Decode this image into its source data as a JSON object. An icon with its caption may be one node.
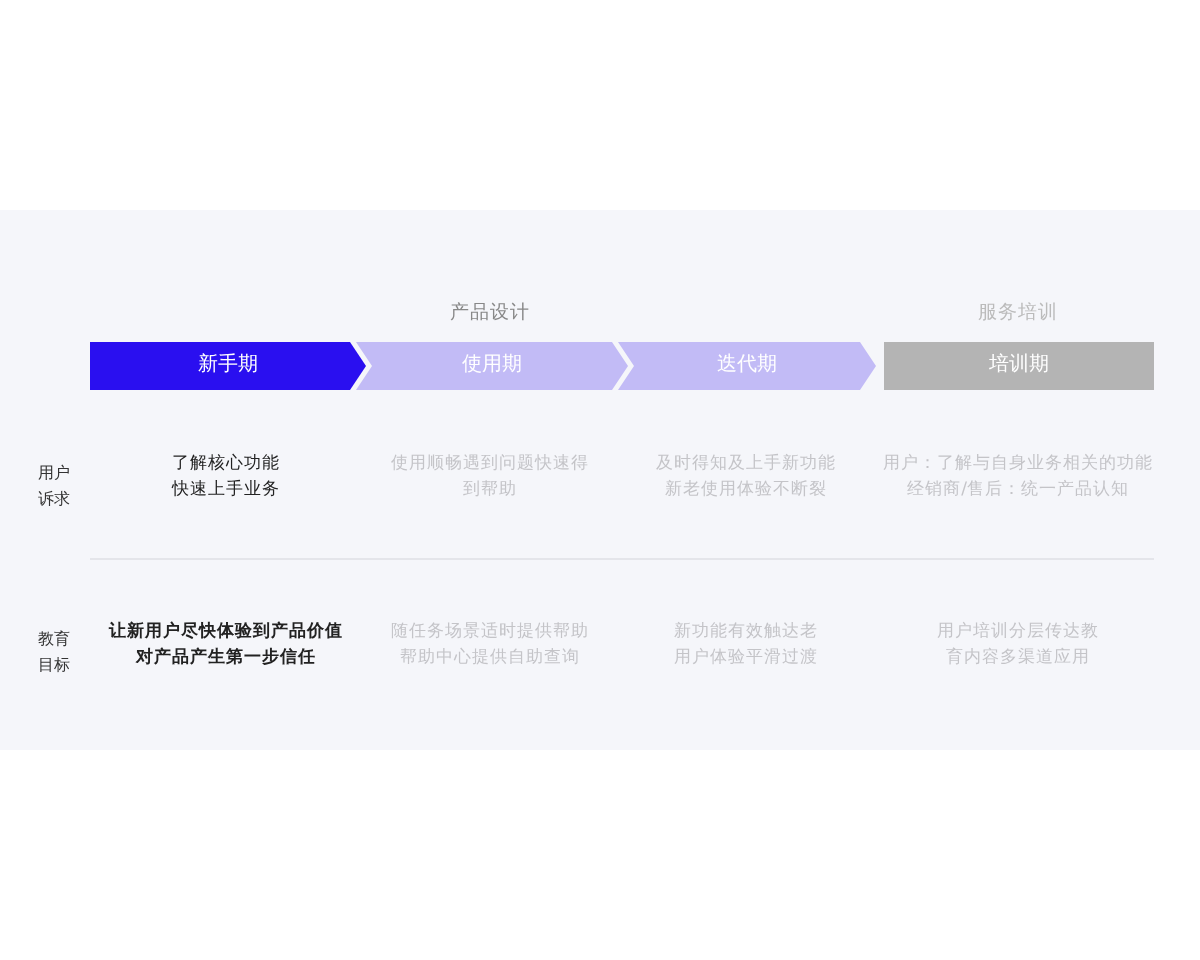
{
  "diagram": {
    "nodes": [
      {
        "text": [
          "新手期"
        ]
      },
      {
        "text": [
          "使用期"
        ]
      },
      {
        "text": [
          "迭代期"
        ]
      },
      {
        "text": [
          "培训期"
        ]
      }
    ],
    "labels": [
      "产品设计",
      "服务培训",
      "用户诉求",
      "了解核心功能快速上手业务",
      "使用顺畅遇到问题快速得到帮助",
      "及时得知及上手新功能新老使用体验不断裂",
      "用户：了解与自身业务相关的功能经销商/售后：统一产品认知",
      "教育目标",
      "让新用户尽快体验到产品价值对产品产生第一步信任",
      "随任务场景适时提供帮助帮助中心提供自助查询",
      "新功能有效触达老用户体验平滑过渡",
      "用户培训分层传达教育内容多渠道应用"
    ]
  }
}
